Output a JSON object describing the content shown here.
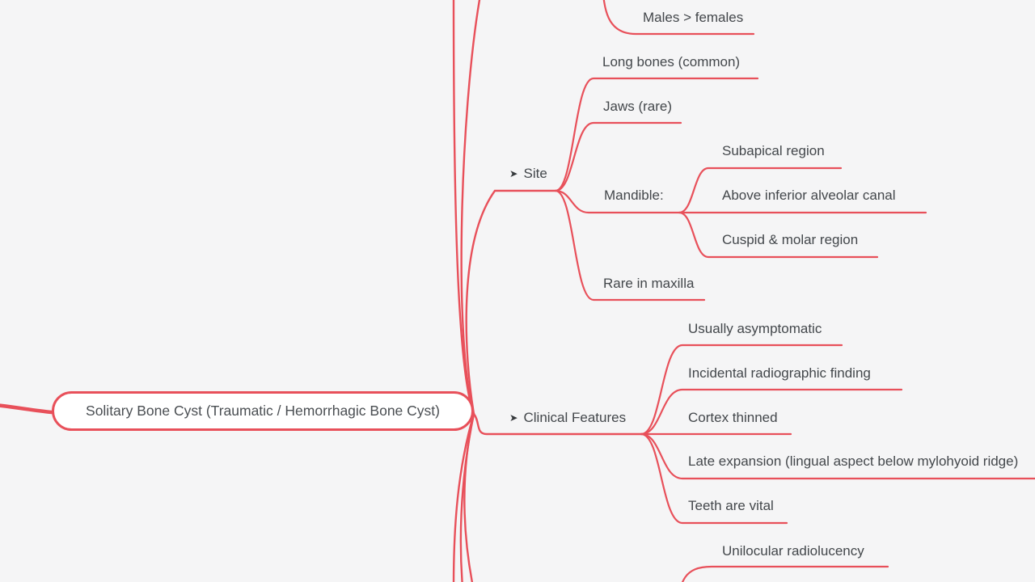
{
  "colors": {
    "background": "#f5f5f6",
    "branch": "#e8505a",
    "node_fill": "#ffffff",
    "text": "#43474b"
  },
  "icons": {
    "branch_arrow": "➤"
  },
  "root": {
    "label": "Solitary Bone Cyst (Traumatic / Hemorrhagic Bone Cyst)"
  },
  "branches": {
    "demographics": {
      "children": [
        {
          "label": "Males > females"
        }
      ]
    },
    "site": {
      "label": "Site",
      "children": [
        {
          "label": "Long bones (common)"
        },
        {
          "label": "Jaws (rare)"
        },
        {
          "label": "Mandible:",
          "children": [
            {
              "label": "Subapical region"
            },
            {
              "label": "Above inferior alveolar canal"
            },
            {
              "label": "Cuspid & molar region"
            }
          ]
        },
        {
          "label": "Rare in maxilla"
        }
      ]
    },
    "clinical_features": {
      "label": "Clinical Features",
      "children": [
        {
          "label": "Usually asymptomatic"
        },
        {
          "label": "Incidental radiographic finding"
        },
        {
          "label": "Cortex thinned"
        },
        {
          "label": "Late expansion (lingual aspect below mylohyoid ridge)"
        },
        {
          "label": "Teeth are vital"
        }
      ]
    },
    "radiographic": {
      "children": [
        {
          "label": "Unilocular radiolucency"
        }
      ]
    }
  }
}
